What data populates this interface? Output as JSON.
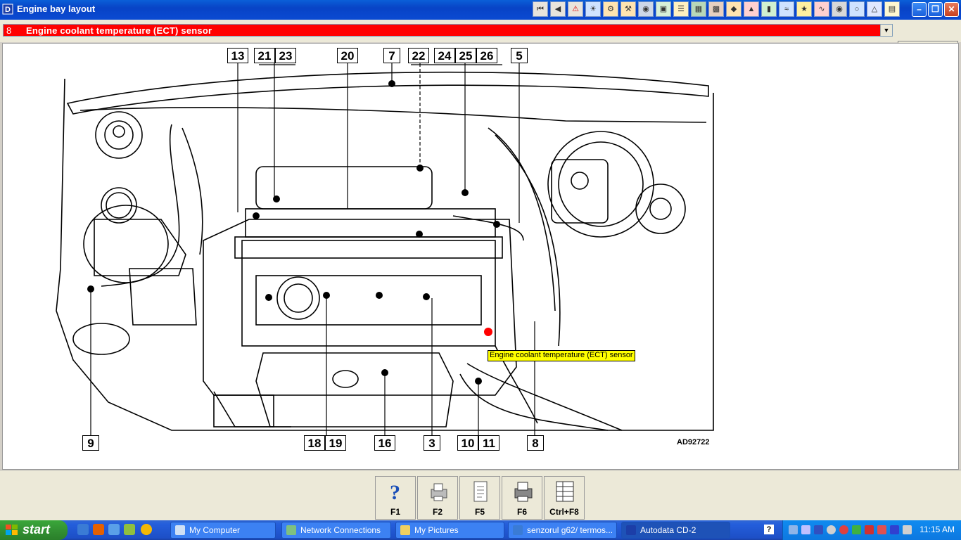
{
  "window": {
    "title": "Engine bay layout"
  },
  "selector": {
    "number": "8",
    "label": "Engine coolant temperature (ECT) sensor"
  },
  "toolbar": {
    "icons": [
      "first-icon",
      "prev-icon",
      "warning-icon",
      "sensor-icon",
      "component-icon",
      "tools-icon",
      "gauge-icon",
      "module-icon",
      "relay-icon",
      "fuse-icon",
      "ecu-icon",
      "connector-icon",
      "plug-icon",
      "battery-icon",
      "harness-icon",
      "diagnostic-icon",
      "wiring-icon",
      "car-icon",
      "dial-icon",
      "triangle-icon",
      "pump-icon",
      "notes-icon"
    ]
  },
  "diagram": {
    "callouts_top": [
      "13",
      "21",
      "23",
      "20",
      "7",
      "22",
      "24",
      "25",
      "26",
      "5"
    ],
    "callouts_bottom": [
      "9",
      "18",
      "19",
      "16",
      "3",
      "10",
      "11",
      "8"
    ],
    "ref": "AD92722",
    "tooltip": "Engine coolant temperature (ECT) sensor",
    "highlight_color": "#ff0000"
  },
  "fkeys": [
    {
      "label": "F1",
      "icon": "help-icon"
    },
    {
      "label": "F2",
      "icon": "print-icon"
    },
    {
      "label": "F5",
      "icon": "document-icon"
    },
    {
      "label": "F6",
      "icon": "printer-icon"
    },
    {
      "label": "Ctrl+F8",
      "icon": "table-icon"
    }
  ],
  "taskbar": {
    "start": "start",
    "tasks": [
      {
        "label": "My Computer"
      },
      {
        "label": "Network Connections"
      },
      {
        "label": "My Pictures"
      },
      {
        "label": "senzorul g62/ termos..."
      },
      {
        "label": "Autodata CD-2"
      }
    ],
    "help": "?",
    "clock": "11:15 AM"
  }
}
